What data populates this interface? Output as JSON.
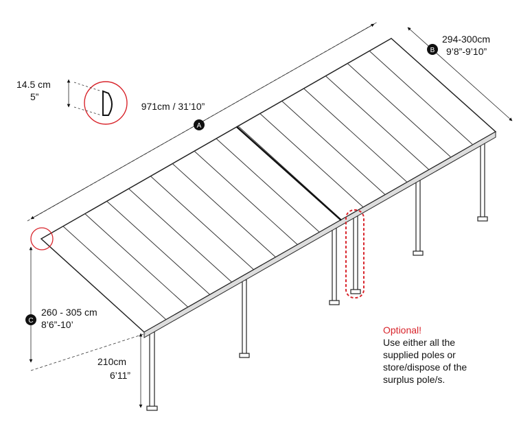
{
  "dimensions": {
    "length": {
      "marker": "A",
      "text": "971cm / 31’10”"
    },
    "width": {
      "marker": "B",
      "line1": "294-300cm",
      "line2": "9’8”-9’10”"
    },
    "height_max": {
      "marker": "C",
      "line1": "260 - 305 cm",
      "line2": "8’6”-10’"
    },
    "height_min": {
      "line1": "210cm",
      "line2": "6’11”"
    },
    "gutter": {
      "line1": "14.5 cm",
      "line2": "5”"
    }
  },
  "note": {
    "title": "Optional!",
    "lines": [
      "Use either all the",
      "supplied poles or",
      "store/dispose of the",
      "surplus pole/s."
    ]
  },
  "colors": {
    "accent": "#d8232a",
    "ink": "#111111",
    "panel": "#ffffff"
  }
}
